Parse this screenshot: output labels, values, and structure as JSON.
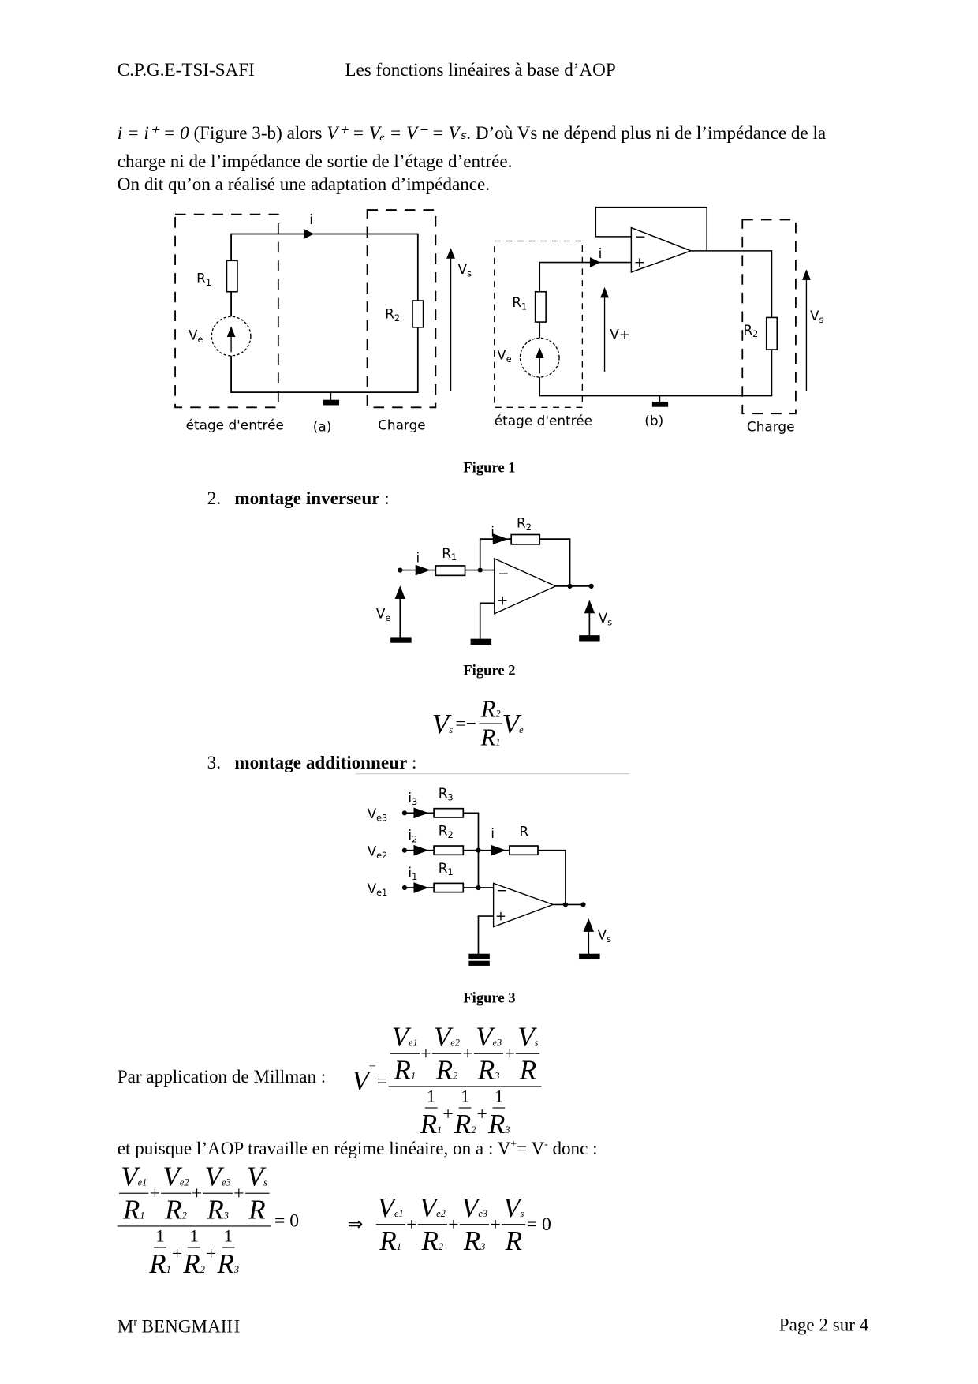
{
  "header": {
    "left": "C.P.G.E-TSI-SAFI",
    "center": "Les fonctions linéaires à base d’AOP"
  },
  "intro": {
    "eq_prefix": "i = i⁺ = 0",
    "fig_ref": "(Figure 3-b) alors",
    "eq_mid": "V⁺ = Vₑ = V⁻ = Vₛ",
    "line1_rest": ". D’où Vs ne dépend plus ni de l’impédance de la",
    "line2": "charge ni de l’impédance de sortie de l’étage d’entrée.",
    "line3": "On dit qu’on a réalisé une adaptation d’impédance."
  },
  "figure1": {
    "caption": "Figure 1",
    "a": {
      "i": "i",
      "R1": {
        "m": "R",
        "s": "1"
      },
      "R2": {
        "m": "R",
        "s": "2"
      },
      "Ve": {
        "m": "V",
        "s": "e"
      },
      "Vs": {
        "m": "V",
        "s": "s"
      },
      "stage_label": "étage d'entrée",
      "sub_label": "(a)",
      "load_label": "Charge"
    },
    "b": {
      "i": "i",
      "R1": {
        "m": "R",
        "s": "1"
      },
      "R2": {
        "m": "R",
        "s": "2"
      },
      "Ve": {
        "m": "V",
        "s": "e"
      },
      "Vs": {
        "m": "V",
        "s": "s"
      },
      "Vplus": "V+",
      "minus": "−",
      "plus": "+",
      "stage_label": "étage d'entrée",
      "sub_label": "(b)",
      "load_label": "Charge"
    }
  },
  "section2": {
    "number": "2.",
    "title": "montage inverseur",
    "colon": " :"
  },
  "figure2": {
    "caption": "Figure 2",
    "i": "i",
    "R1": {
      "m": "R",
      "s": "1"
    },
    "R2": {
      "m": "R",
      "s": "2"
    },
    "Ve": {
      "m": "V",
      "s": "e"
    },
    "Vs": {
      "m": "V",
      "s": "s"
    },
    "minus": "−",
    "plus": "+"
  },
  "formula2": {
    "V": "V",
    "s": "s",
    "eq": "=−",
    "R": "R",
    "two": "2",
    "one": "1",
    "e": "e"
  },
  "section3": {
    "number": "3.",
    "title": "montage additionneur",
    "colon": " :"
  },
  "figure3": {
    "caption": "Figure 3",
    "i": "i",
    "i1": {
      "m": "i",
      "s": "1"
    },
    "i2": {
      "m": "i",
      "s": "2"
    },
    "i3": {
      "m": "i",
      "s": "3"
    },
    "R": "R",
    "R1": {
      "m": "R",
      "s": "1"
    },
    "R2": {
      "m": "R",
      "s": "2"
    },
    "R3": {
      "m": "R",
      "s": "3"
    },
    "Ve1": {
      "m": "V",
      "s": "e1"
    },
    "Ve2": {
      "m": "V",
      "s": "e2"
    },
    "Ve3": {
      "m": "V",
      "s": "e3"
    },
    "Vs": {
      "m": "V",
      "s": "s"
    },
    "minus": "−",
    "plus": "+"
  },
  "millman": {
    "intro": "Par application de Millman :",
    "lhs": "V",
    "lhs_sup": "−",
    "eq": "=",
    "V": "V",
    "R": "R",
    "one": "1",
    "plus": "+",
    "subs": [
      "e1",
      "e2",
      "e3",
      "s"
    ],
    "rsubs": [
      "1",
      "2",
      "3",
      ""
    ],
    "linear": "et puisque l’AOP travaille en régime linéaire, on a : V",
    "linear_plus": "+",
    "linear_mid": "= V",
    "linear_minus": "-",
    "linear_end": " donc :",
    "zero": "= 0",
    "implies": "⇒"
  },
  "footer": {
    "author": "M",
    "author_sup": "r",
    "author_name": " BENGMAIH",
    "page": "Page 2 sur 4"
  }
}
